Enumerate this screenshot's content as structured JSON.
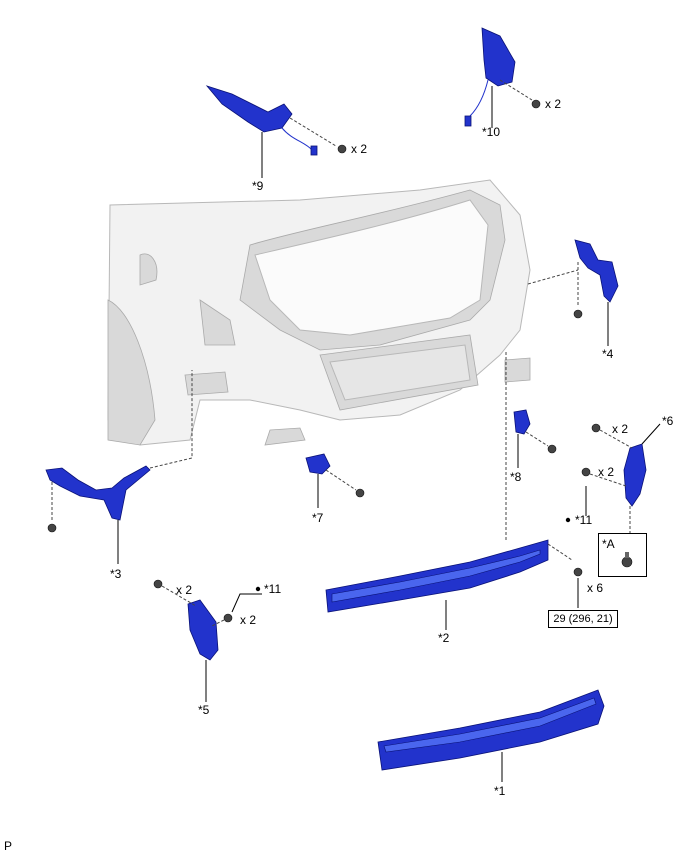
{
  "labels": {
    "p1": "*1",
    "p2": "*2",
    "p3": "*3",
    "p4": "*4",
    "p5": "*5",
    "p6": "*6",
    "p7": "*7",
    "p8": "*8",
    "p9": "*9",
    "p10": "*10",
    "p11a": "*11",
    "p11b": "*11",
    "detail": "*A"
  },
  "quantities": {
    "q9": "x 2",
    "q10": "x 2",
    "q5a": "x 2",
    "q5b": "x 2",
    "q6a": "x 2",
    "q6b": "x 2",
    "q2": "x 6"
  },
  "torque": "29 (296, 21)",
  "corner_mark": "P",
  "colors": {
    "part_blue": "#2233cc",
    "body_grey": "#f2f2f2"
  }
}
